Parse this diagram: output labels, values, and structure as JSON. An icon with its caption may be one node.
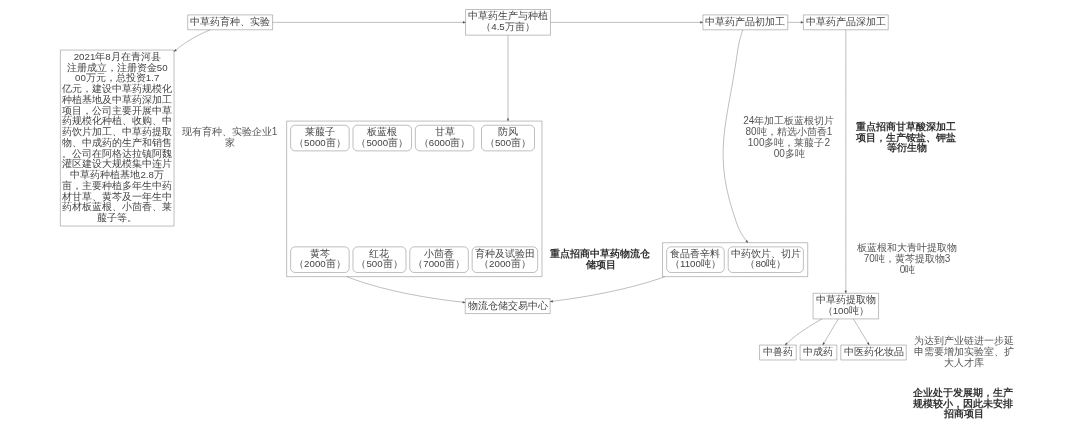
{
  "diagram": {
    "nodes": [
      {
        "text": [
          "中草药育种、实验"
        ]
      },
      {
        "text": [
          "中草药生产与种植（4.5万亩）"
        ]
      },
      {
        "text": [
          "中草药产品初加工"
        ]
      },
      {
        "text": [
          "中草药产品深加工"
        ]
      },
      {
        "text": [
          "2021年8月在青河县注册成立，注册资金5000万元，总投资1.7亿元，建设中草药规模化种植基地及中草药深加工项目，公司主要开展中草药规模化种植、收购、中药饮片加工、中草药提取物、中成药的生产和销售。公司在阿格达拉镇阿魏灌区建设大规模集中连片中草药种植基地2.8万亩，主要种植多年生中药材甘草、黄芩及一年生中药材板蓝根、小茴香、莱菔子等。"
        ]
      },
      {
        "text": [],
        "shape": "box"
      },
      {
        "text": [
          "防风（500亩）"
        ],
        "in": 5
      },
      {
        "text": [
          "甘草（6000亩）"
        ],
        "in": 5
      },
      {
        "text": [
          "板蓝根（5000亩）"
        ],
        "in": 5
      },
      {
        "text": [
          "莱菔子（5000亩）"
        ],
        "in": 5
      },
      {
        "text": [
          "育种及试验田（2000亩）"
        ],
        "in": 5
      },
      {
        "text": [
          "小茴香（7000亩）"
        ],
        "in": 5
      },
      {
        "text": [
          "红花（500亩）"
        ],
        "in": 5
      },
      {
        "text": [
          "黄芩（2000亩）"
        ],
        "in": 5
      },
      {
        "text": [],
        "shape": "box"
      },
      {
        "text": [
          "中药饮片、切片（80吨）"
        ],
        "in": 14
      },
      {
        "text": [
          "食品香辛料（1100吨）"
        ],
        "in": 14
      },
      {
        "text": [
          "物流仓储交易中心"
        ]
      },
      {
        "text": [
          "中草药提取物（100吨）"
        ]
      },
      {
        "text": [
          "中兽药"
        ]
      },
      {
        "text": [
          "中成药"
        ]
      },
      {
        "text": [
          "中医药化妆品"
        ]
      }
    ],
    "edges": [
      {
        "from": 0,
        "to": 1,
        "arrow": "to"
      },
      {
        "from": 1,
        "to": 2,
        "arrow": "to"
      },
      {
        "from": 2,
        "to": 3,
        "arrow": "to"
      },
      {
        "from": 0,
        "to": 4,
        "arrow": "to"
      },
      {
        "from": 1,
        "to": 5,
        "arrow": "to"
      },
      {
        "from": 2,
        "to": 14,
        "arrow": "to"
      },
      {
        "from": 5,
        "to": 17,
        "arrow": "to"
      },
      {
        "from": 14,
        "to": 17,
        "arrow": "to"
      },
      {
        "from": 3,
        "to": 18,
        "arrow": "to"
      },
      {
        "from": 18,
        "to": 19,
        "arrow": "to"
      },
      {
        "from": 18,
        "to": 20,
        "arrow": "to"
      },
      {
        "from": 18,
        "to": 21,
        "arrow": "to"
      }
    ],
    "labels": [
      "现有育种、实验企业1家",
      "24年加工板蓝根切片80吨，精选小茴香1100多吨，莱菔子200多吨",
      "重点招商甘草酸深加工项目，生产铵盐、钾盐等衍生物",
      "板蓝根和大青叶提取物70吨，黄芩提取物30吨",
      "重点招商中草药物流仓储项目",
      "为达到产业链进一步延申需要增加实验室、扩大人才库",
      "企业处于发展期，生产规模较小，因此未安排招商项目"
    ]
  }
}
